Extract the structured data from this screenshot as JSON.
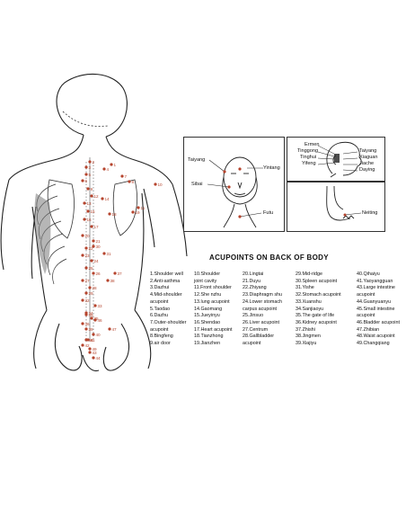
{
  "body_figure": {
    "point_numbers": [
      "1",
      "2",
      "3",
      "4",
      "5",
      "6",
      "7",
      "8",
      "9",
      "10",
      "11",
      "12",
      "13",
      "14",
      "15",
      "16",
      "17",
      "18",
      "19",
      "20",
      "21",
      "22",
      "23",
      "24",
      "25",
      "26",
      "27",
      "28",
      "29",
      "30",
      "31",
      "32",
      "33",
      "34",
      "35",
      "36",
      "37",
      "38",
      "39",
      "40",
      "41",
      "42",
      "43",
      "44",
      "45",
      "46",
      "47",
      "48",
      "49"
    ]
  },
  "inset_face_front": {
    "labels": [
      "Taiyang",
      "Yintang",
      "Sibai",
      "Futu"
    ]
  },
  "inset_face_side": {
    "labels": [
      "Ermen",
      "Tinggong",
      "Tinghui",
      "Yifeng",
      "Taiyang",
      "Xiaguan",
      "Jiache",
      "Daying"
    ]
  },
  "inset_foot": {
    "labels": [
      "Neiting"
    ]
  },
  "legend": {
    "title": "ACUPOINTS ON BACK OF BODY",
    "columns": [
      [
        "1.Shoulder well",
        "2.Anti-asthma",
        "3.Dazhui",
        "4.Mid-shoulder",
        "acupoint",
        "5.Taodao",
        "6.Dazhu",
        "7.Outer-shoulder",
        "acupoint",
        "8.Bingfeng",
        "9.air door"
      ],
      [
        "10.Shoulder",
        "joint cavity",
        "11.Front shoulder",
        "12.She nzhu",
        "13.lung acupoint",
        "14.Gaomang",
        "15.Jueyinyu",
        "16.Shendao",
        "17.Heart acupoint",
        "18.Tianzhong",
        "19.Jianzhen"
      ],
      [
        "20.Lingtai",
        "21.Duyu",
        "22.Zhiyang",
        "23.Diaphragm shu",
        "24.Lower stomach",
        "carpus acupoint",
        "25.Jinsuo",
        "26.Liver acupoint",
        "27.Centrum",
        "28.Gallbladder",
        "acupoint"
      ],
      [
        "29.Mid-ridge",
        "30.Spleen acupoint",
        "31.Yishe",
        "32.Stomach acupoint",
        "33.Xuanshu",
        "34.Sanjiaoyu",
        "35.The gate of life",
        "36.Kidney acupoint",
        "37.Zhishi",
        "38.Jingmen",
        "39.Xiajiyu"
      ],
      [
        "40.Qihaiyu",
        "41.Yaoyangguan",
        "43.Large intestine",
        "acupoint",
        "44.Guanyuanyu",
        "45.Small intestine",
        "acupoint",
        "46.Bladder acupoint",
        "47.Zhibian",
        "48.Waist acupoint",
        "49.Changqiang"
      ]
    ]
  },
  "colors": {
    "outline": "#222222",
    "point_dot": "#b5432c",
    "point_label": "#b5432c"
  }
}
